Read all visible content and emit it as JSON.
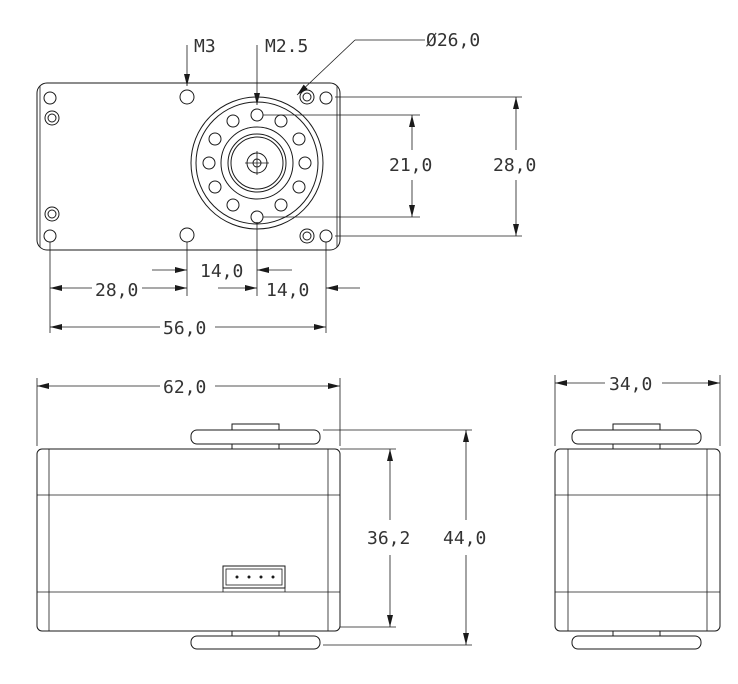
{
  "colors": {
    "line": "#1a1a1a",
    "text": "#333333",
    "background": "#ffffff"
  },
  "labels": {
    "m3": "M3",
    "m25": "M2.5",
    "dia_26": "Ø26,0",
    "dim_21": "21,0",
    "dim_28v": "28,0",
    "dim_28h": "28,0",
    "dim_14a": "14,0",
    "dim_14b": "14,0",
    "dim_56": "56,0",
    "dim_62": "62,0",
    "dim_362": "36,2",
    "dim_44": "44,0",
    "dim_34": "34,0"
  }
}
